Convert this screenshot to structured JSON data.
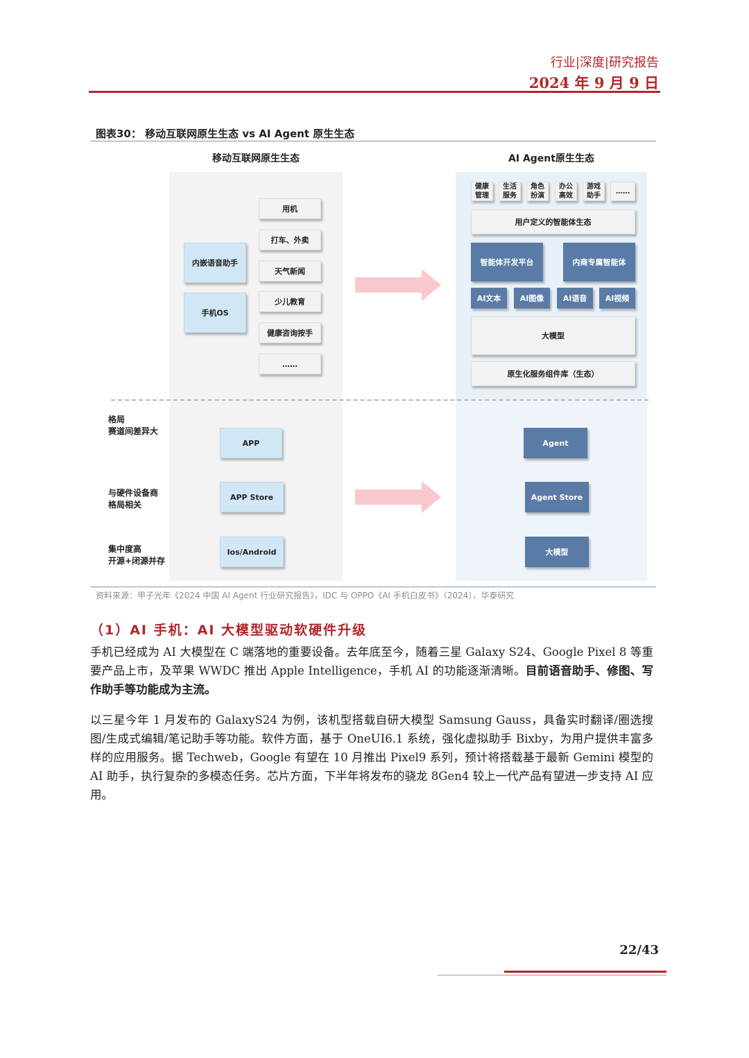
{
  "header": {
    "category": "行业|深度|研究报告",
    "date": "2024 年 9 月 9 日"
  },
  "figure": {
    "title": "图表30： 移动互联网原生生态 vs AI Agent 原生生态",
    "left_title": "移动互联网原生生态",
    "right_title": "AI Agent原生生态",
    "left_side": [
      "内嵌语音助手",
      "手机OS"
    ],
    "left_apps": [
      "用机",
      "打车、外卖",
      "天气新闻",
      "少儿教育",
      "健康咨询按手",
      "……"
    ],
    "right_services": [
      "健康\n管理",
      "生活\n服务",
      "角色\n扮演",
      "办公\n高效",
      "游戏\n助手",
      "……"
    ],
    "user_defined": "用户定义的智能体生态",
    "platforms": [
      "智能体开发平台",
      "内商专属智能体"
    ],
    "ai_caps": [
      "AI文本",
      "AI图像",
      "AI语音",
      "AI视频"
    ],
    "big_model": "大模型",
    "service_lib": "原生化服务组件库（生态）",
    "rows": [
      {
        "label": "格局\n赛道间差异大",
        "left": "APP",
        "right": "Agent"
      },
      {
        "label": "与硬件设备商\n格局相关",
        "left": "APP Store",
        "right": "Agent Store"
      },
      {
        "label": "集中度高\n开源+闭源并存",
        "left": "Ios/Android",
        "right": "大模型"
      }
    ],
    "source": "资料来源：甲子光年《2024 中国 AI Agent 行业研究报告》，IDC 与 OPPO《AI 手机白皮书》（2024），华泰研究"
  },
  "section": {
    "title": "（1）AI 手机：AI 大模型驱动软硬件升级"
  },
  "paragraphs": {
    "p1_plain": "手机已经成为 AI 大模型在 C 端落地的重要设备。去年底至今，随着三星 Galaxy S24、Google Pixel 8 等重要产品上市，及苹果 WWDC 推出 Apple Intelligence，手机 AI 的功能逐渐清晰。",
    "p1_bold": "目前语音助手、修图、写作助手等功能成为主流。",
    "p2": "以三星今年 1 月发布的 GalaxyS24 为例，该机型搭载自研大模型 Samsung Gauss，具备实时翻译/圈选搜图/生成式编辑/笔记助手等功能。软件方面，基于 OneUI6.1 系统，强化虚拟助手 Bixby，为用户提供丰富多样的应用服务。据 Techweb，Google 有望在 10 月推出 Pixel9 系列，预计将搭载基于最新 Gemini 模型的 AI 助手，执行复杂的多模态任务。芯片方面，下半年将发布的骁龙 8Gen4 较上一代产品有望进一步支持 AI 应用。"
  },
  "footer": {
    "page": "22/43"
  }
}
